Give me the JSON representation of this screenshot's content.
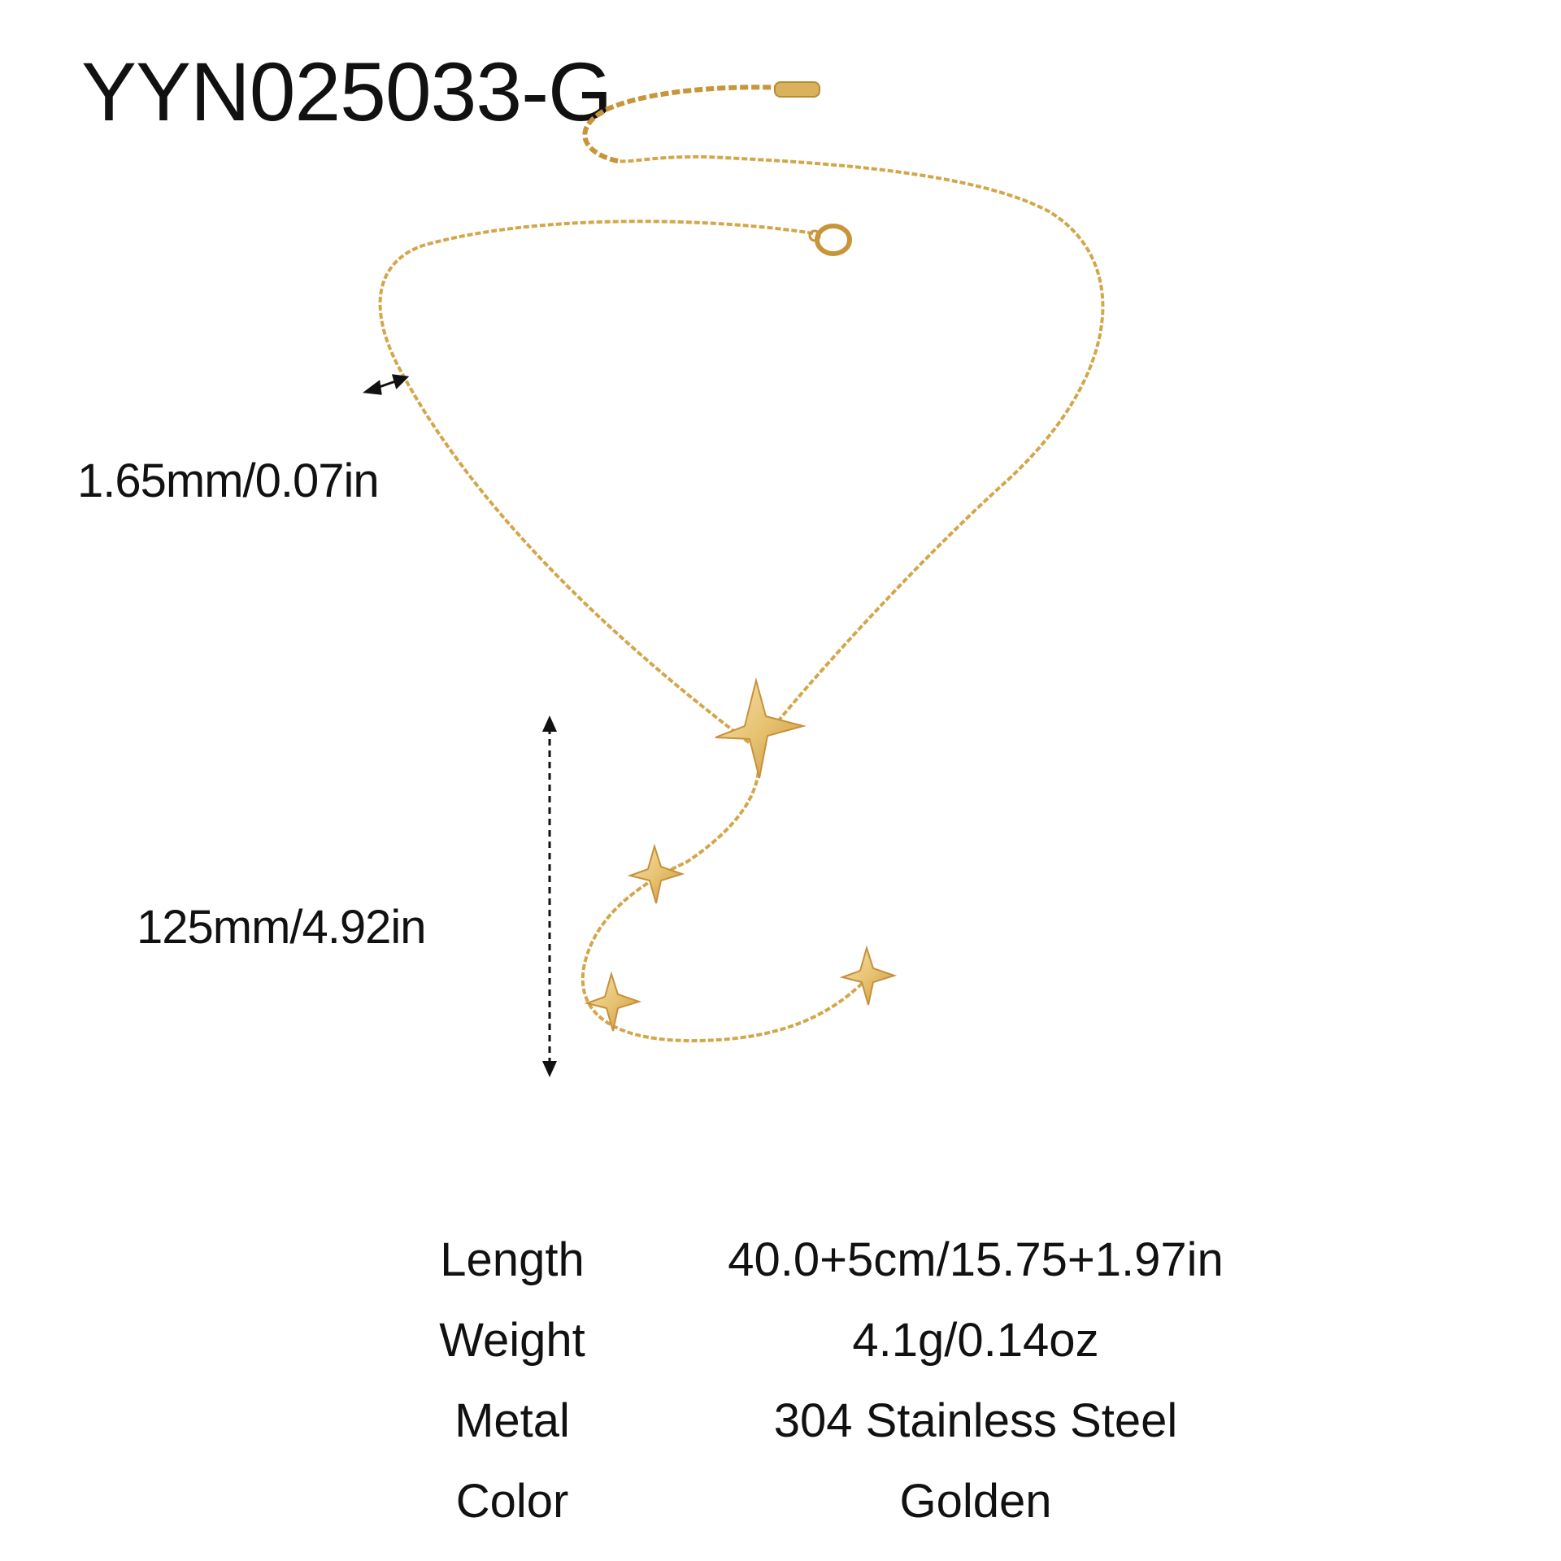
{
  "product": {
    "sku": "YYN025033-G"
  },
  "measurements": {
    "chain_width": "1.65mm/0.07in",
    "drop_length": "125mm/4.92in"
  },
  "specs": [
    {
      "label": "Length",
      "value": "40.0+5cm/15.75+1.97in"
    },
    {
      "label": "Weight",
      "value": "4.1g/0.14oz"
    },
    {
      "label": "Metal",
      "value": "304 Stainless Steel"
    },
    {
      "label": "Color",
      "value": "Golden"
    }
  ],
  "colors": {
    "gold_chain": "#d4a64a",
    "gold_star": "#e9c777",
    "text": "#111111",
    "background": "#ffffff"
  }
}
